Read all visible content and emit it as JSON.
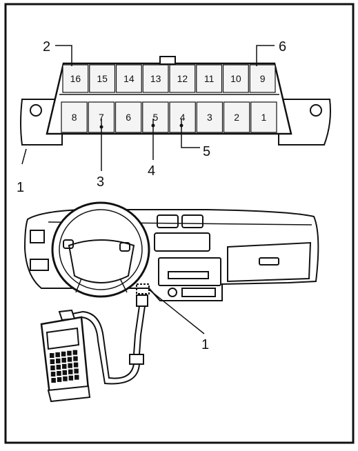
{
  "connector": {
    "top_row_pins": [
      "16",
      "15",
      "14",
      "13",
      "12",
      "11",
      "10",
      "9"
    ],
    "bottom_row_pins": [
      "8",
      "7",
      "6",
      "5",
      "4",
      "3",
      "2",
      "1"
    ]
  },
  "callouts": {
    "label_1_upper": "1",
    "label_1_lower": "1",
    "label_2": "2",
    "label_3": "3",
    "label_4": "4",
    "label_5": "5",
    "label_6": "6"
  },
  "colors": {
    "line": "#111111",
    "background": "#ffffff",
    "fill": "#f4f4f4"
  }
}
